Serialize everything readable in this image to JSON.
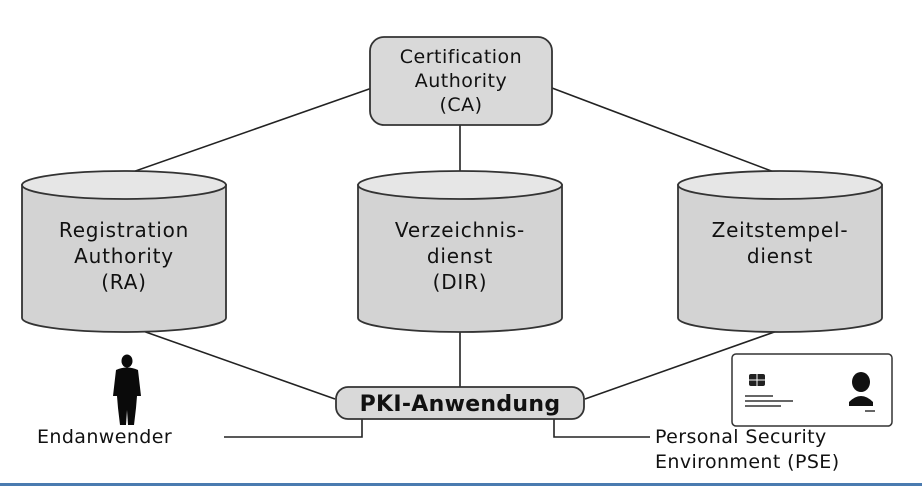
{
  "ca": {
    "line1": "Certification",
    "line2": "Authority",
    "line3": "(CA)"
  },
  "ra": {
    "line1": "Registration",
    "line2": "Authority",
    "line3": "(RA)"
  },
  "dir": {
    "line1": "Verzeichnis-",
    "line2": "dienst",
    "line3": "(DIR)"
  },
  "ts": {
    "line1": "Zeitstempel-",
    "line2": "dienst"
  },
  "pki": {
    "label": "PKI-Anwendung"
  },
  "enduser": {
    "label": "Endanwender"
  },
  "pse": {
    "line1": "Personal Security",
    "line2": "Environment (PSE)"
  },
  "colors": {
    "box_fill": "#d9d9d9",
    "cylinder_fill": "#d3d3d3",
    "bottom_rule": "#4a7bb0"
  },
  "icons": {
    "person": "person-silhouette-icon",
    "card": "smart-card-icon"
  }
}
